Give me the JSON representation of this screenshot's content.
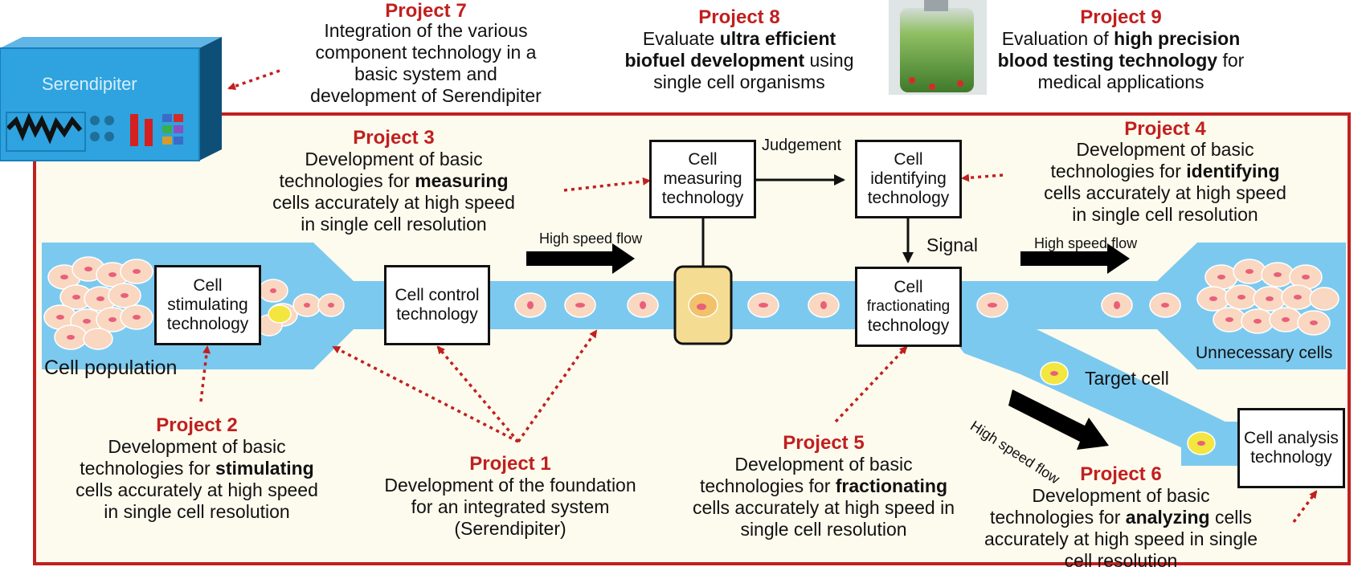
{
  "device": {
    "brand": "Serendipiter"
  },
  "projects": {
    "p1": {
      "title": "Project 1",
      "line1": "Development of the foundation",
      "line2": "for an integrated system",
      "line3": "(Serendipiter)"
    },
    "p2": {
      "title": "Project 2",
      "line1": "Development of basic",
      "line2a": "technologies for ",
      "line2b": "stimulating",
      "line3": "cells accurately at high speed",
      "line4": "in single cell resolution"
    },
    "p3": {
      "title": "Project 3",
      "line1": "Development of basic",
      "line2a": "technologies for ",
      "line2b": "measuring",
      "line3": "cells accurately at high speed",
      "line4": "in single cell resolution"
    },
    "p4": {
      "title": "Project 4",
      "line1": "Development of basic",
      "line2a": "technologies for ",
      "line2b": "identifying",
      "line3": "cells accurately at high speed",
      "line4": "in single cell resolution"
    },
    "p5": {
      "title": "Project 5",
      "line1": "Development of basic",
      "line2a": "technologies for ",
      "line2b": "fractionating",
      "line3": "cells accurately at high speed in",
      "line4": "single cell resolution"
    },
    "p6": {
      "title": "Project 6",
      "line1": "Development of basic",
      "line2a": "technologies for ",
      "line2b": "analyzing",
      "line2c": " cells",
      "line3": "accurately at high speed in single",
      "line4": "cell resolution"
    },
    "p7": {
      "title": "Project 7",
      "line1": "Integration of the various",
      "line2": "component technology in a",
      "line3": "basic system and",
      "line4": "development of Serendipiter"
    },
    "p8": {
      "title": "Project 8",
      "line1a": "Evaluate ",
      "line1b": "ultra efficient",
      "line2a": "biofuel development",
      "line2b": " using",
      "line3": "single cell organisms"
    },
    "p9": {
      "title": "Project 9",
      "line1a": "Evaluation of ",
      "line1b": "high precision",
      "line2a": "blood testing technology",
      "line2b": " for",
      "line3": "medical applications"
    }
  },
  "boxes": {
    "stimulating": {
      "line1": "Cell",
      "line2": "stimulating",
      "line3": "technology"
    },
    "control": {
      "line1": "Cell control",
      "line2": "technology"
    },
    "measuring": {
      "line1": "Cell",
      "line2": "measuring",
      "line3": "technology"
    },
    "identifying": {
      "line1": "Cell",
      "line2": "identifying",
      "line3": "technology"
    },
    "fractionating": {
      "line1": "Cell",
      "line2": "fractionating",
      "line3": "technology"
    },
    "analysis": {
      "line1": "Cell analysis",
      "line2": "technology"
    }
  },
  "labels": {
    "cell_population": "Cell population",
    "unnecessary_cells": "Unnecessary cells",
    "target_cell": "Target cell",
    "judgement": "Judgement",
    "signal": "Signal",
    "flow": "High speed flow"
  },
  "colors": {
    "accent_red": "#c0201f",
    "channel": "#7cc9ef",
    "panel_bg": "#fdfbee",
    "cell_fill": "#f9d7c1",
    "target_cell": "#f2e63f"
  }
}
